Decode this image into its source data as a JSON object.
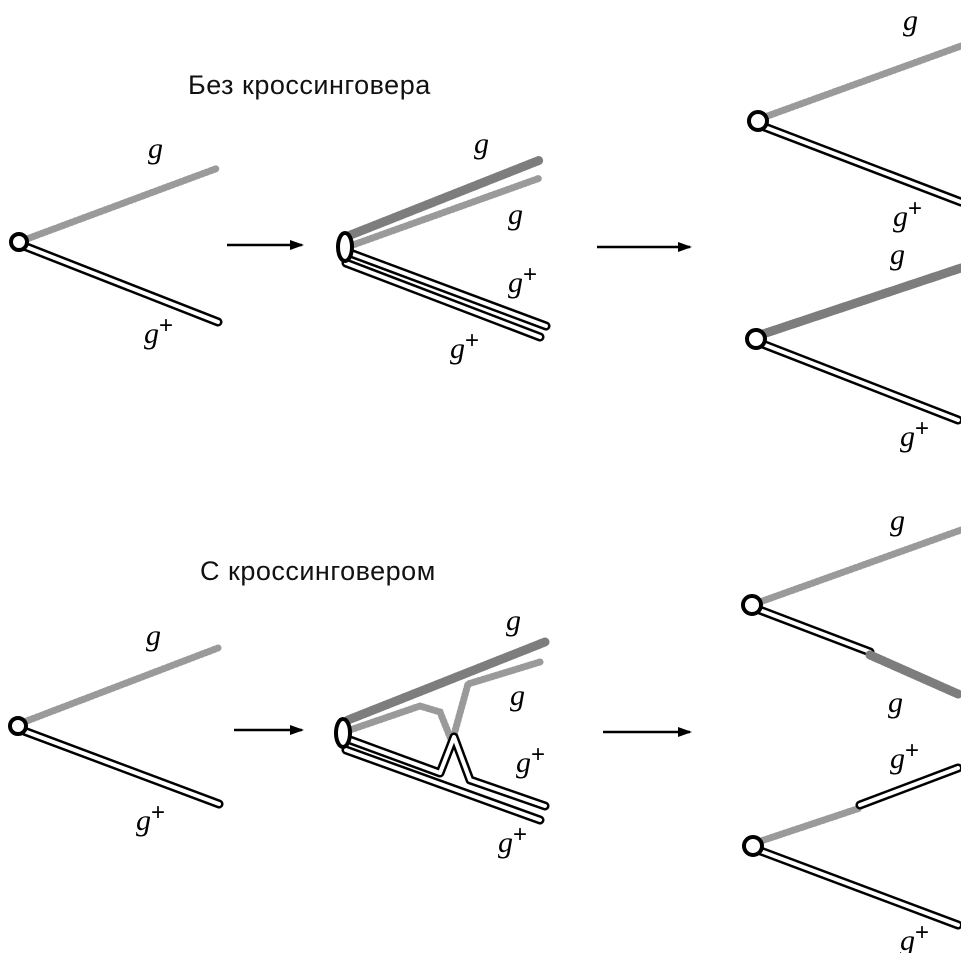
{
  "titles": {
    "no_crossover": "Без кроссинговера",
    "with_crossover": "С кроссинговером"
  },
  "labels": {
    "g": "g",
    "g_plus": "g",
    "plus": "+"
  }
}
